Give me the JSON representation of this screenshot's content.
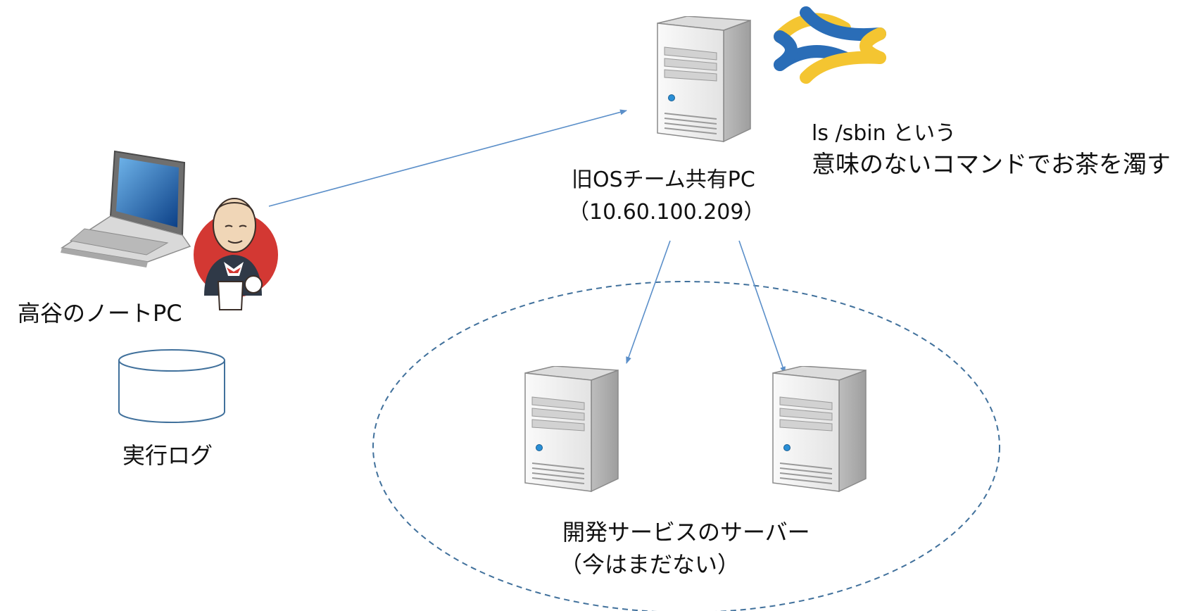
{
  "labels": {
    "laptop": "高谷のノートPC",
    "log": "実行ログ",
    "shared_pc_name": "旧OSチーム共有PC",
    "shared_pc_ip": "（10.60.100.209）",
    "note_line1": "ls /sbin という",
    "note_line2": "意味のないコマンドでお茶を濁す",
    "dev_servers_line1": "開発サービスのサーバー",
    "dev_servers_line2": "（今はまだない）"
  },
  "colors": {
    "arrow": "#5b8fc9",
    "group_border": "#41719c",
    "log_border": "#41719c",
    "jenkins_red": "#d33833",
    "logo_blue": "#2a6db7",
    "logo_yellow": "#f4c531"
  },
  "icons": {
    "laptop": "laptop-icon",
    "jenkins": "jenkins-butler-icon",
    "server": "server-tower-icon",
    "database": "database-cylinder-icon",
    "logo": "knot-logo-icon"
  }
}
